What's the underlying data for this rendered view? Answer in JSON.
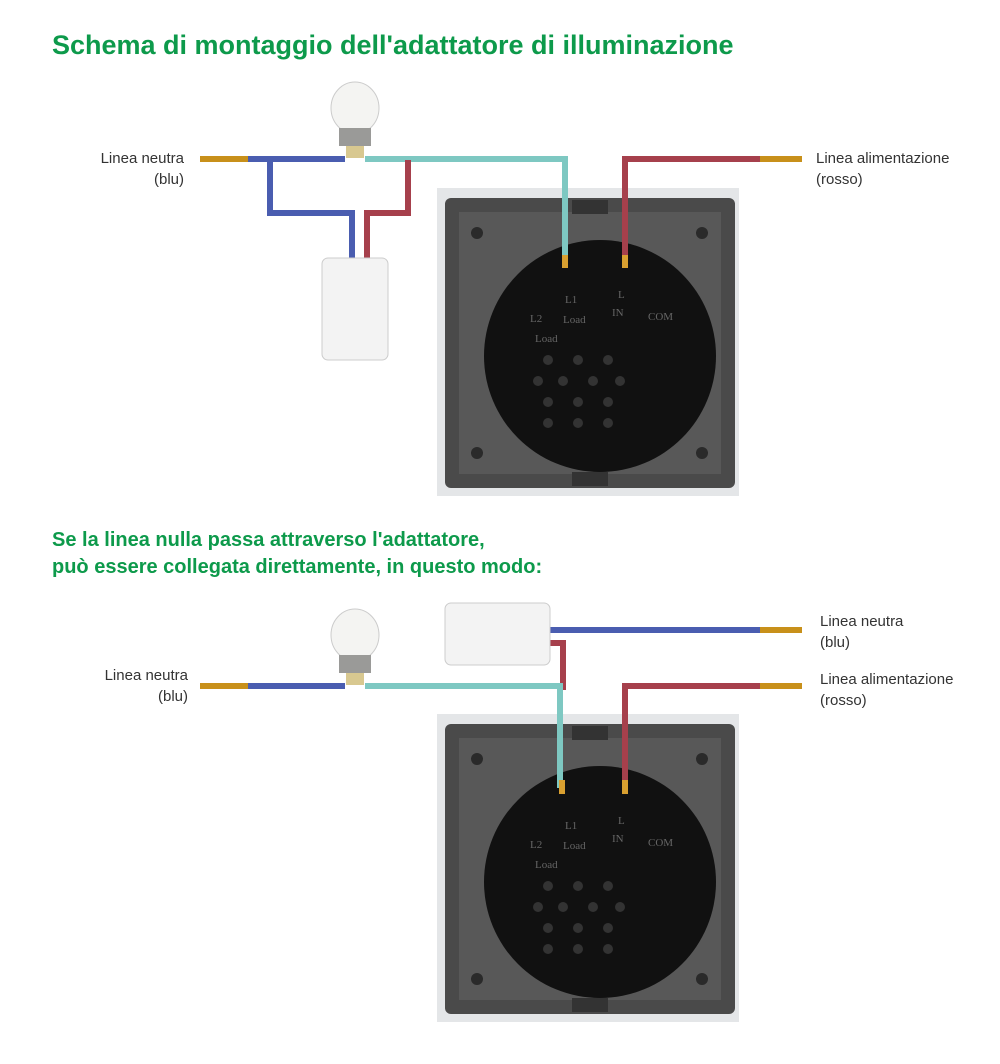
{
  "title": "Schema di montaggio dell'adattatore di illuminazione",
  "subtitle_line1": "Se la linea nulla passa attraverso l'adattatore,",
  "subtitle_line2": "può essere collegata direttamente, in questo modo:",
  "diagram1": {
    "neutral_label": "Linea neutra",
    "neutral_sub": "(blu)",
    "live_label": "Linea alimentazione",
    "live_sub": "(rosso)"
  },
  "diagram2": {
    "neutral_left_label": "Linea neutra",
    "neutral_left_sub": "(blu)",
    "neutral_right_label": "Linea neutra",
    "neutral_right_sub": "(blu)",
    "live_label": "Linea alimentazione",
    "live_sub": "(rosso)"
  },
  "switch_terminals": {
    "l2": "L2",
    "l2_sub": "Load",
    "l1": "L1",
    "l1_sub": "Load",
    "l": "L",
    "l_sub": "IN",
    "com": "COM"
  },
  "colors": {
    "title": "#0d9a4b",
    "neutral_wire": "#4a5db0",
    "load_wire": "#7ec8c2",
    "live_wire": "#a6404c"
  }
}
